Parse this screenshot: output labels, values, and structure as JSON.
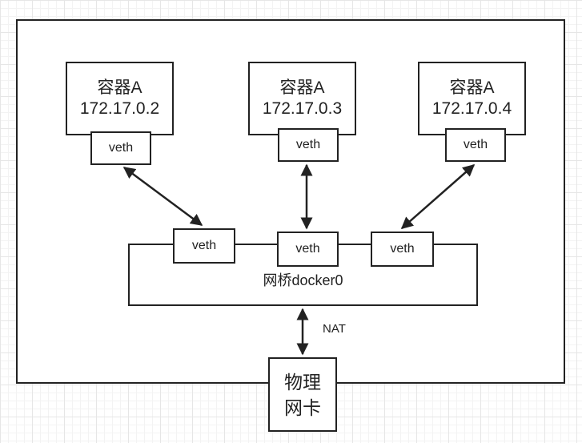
{
  "containers": [
    {
      "name": "容器A",
      "ip": "172.17.0.2",
      "veth": "veth"
    },
    {
      "name": "容器A",
      "ip": "172.17.0.3",
      "veth": "veth"
    },
    {
      "name": "容器A",
      "ip": "172.17.0.4",
      "veth": "veth"
    }
  ],
  "bridge": {
    "label": "网桥docker0",
    "veths": [
      "veth",
      "veth",
      "veth"
    ]
  },
  "nat_label": "NAT",
  "nic": {
    "line1": "物理",
    "line2": "网卡"
  },
  "colors": {
    "stroke": "#222222",
    "grid": "#e6e6e6",
    "background": "#ffffff"
  }
}
